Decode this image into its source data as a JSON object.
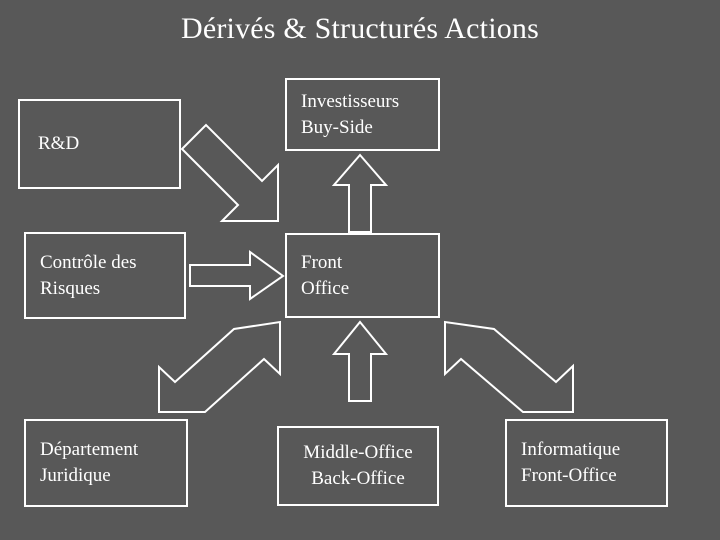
{
  "slide": {
    "title": "Dérivés & Structurés Actions",
    "background_color": "#585858",
    "text_color": "#ffffff"
  },
  "boxes": {
    "rd": {
      "lines": [
        "R&D"
      ]
    },
    "investisseurs": {
      "lines": [
        "Investisseurs",
        "Buy-Side"
      ]
    },
    "controle": {
      "lines": [
        "Contrôle des",
        "Risques"
      ]
    },
    "front_office": {
      "lines": [
        "Front",
        "Office"
      ]
    },
    "departement": {
      "lines": [
        "Département",
        "Juridique"
      ]
    },
    "middle": {
      "lines": [
        "Middle-Office",
        "Back-Office"
      ]
    },
    "informatique": {
      "lines": [
        "Informatique",
        "Front-Office"
      ]
    }
  },
  "arrows": [
    {
      "name": "arrow-rd-to-front-office",
      "direction": "down-right"
    },
    {
      "name": "arrow-middle-to-front-office",
      "direction": "up"
    },
    {
      "name": "arrow-front-office-to-investisseurs",
      "direction": "up"
    },
    {
      "name": "arrow-controle-to-front-office",
      "direction": "right"
    },
    {
      "name": "arrow-departement-to-front-office",
      "direction": "up-right"
    },
    {
      "name": "arrow-informatique-to-front-office",
      "direction": "up-left"
    }
  ]
}
